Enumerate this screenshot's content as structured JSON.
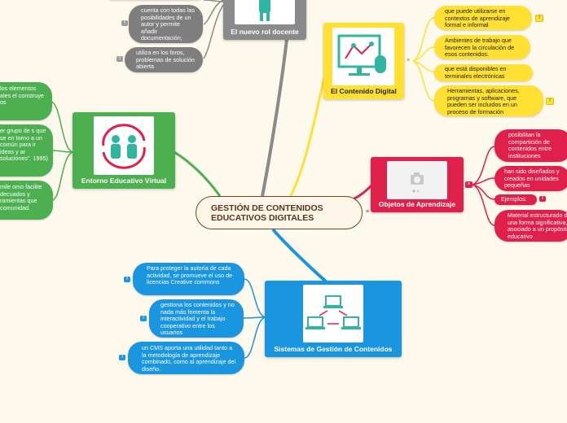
{
  "central": {
    "title": "GESTIÓN DE CONTENIDOS EDUCATIVOS DIGITALES"
  },
  "branches": {
    "nuevo_rol": {
      "title": "El nuevo rol docente",
      "color": "#8a8a8a",
      "items": [
        {
          "text": "cuenta con todas las posibilidades de un autor y permite añadir documentación;"
        },
        {
          "text": "utiliza en los foros, problemas de solución abierta"
        }
      ]
    },
    "contenido_digital": {
      "title": "El Contenido Digital",
      "color": "#ffe033",
      "items": [
        {
          "text": "que puede utilizarse en contextos de aprendizaje formal e informal"
        },
        {
          "text": "Ambientes de trabajo que favorecen la circulación de esos contenidos."
        },
        {
          "text": "que está disponibles en terminales electrónicas"
        },
        {
          "text": "Herramientas, aplicaciones, programas y software, que pueden ser incluidos en un proceso de formación"
        }
      ]
    },
    "objetos": {
      "title": "Objetos de Aprendizaje",
      "color": "#e0204a",
      "items": [
        {
          "text": "posibilitan la compartición de contenidos entre instituciones"
        },
        {
          "text": "han sido diseñados y creados en unidades pequeñas"
        },
        {
          "text": "Ejemplos:"
        },
        {
          "text": "Material estructurado de una forma significativa, asociado a un propósito educativo"
        }
      ]
    },
    "entorno": {
      "title": "Entorno Educativo Virtual",
      "color": "#4caf50",
      "items": [
        {
          "text": "los elementos ales el construye os"
        },
        {
          "text": "er grupo de s que se en torno a un común para ir ideas y ar soluciones\". 1995)"
        },
        {
          "text": "mile omo facilite decuados y ramientas que comunidad."
        }
      ]
    },
    "sistemas": {
      "title": "Sistemas de Gestión de Contenidos",
      "color": "#1a95e0",
      "items": [
        {
          "text": "Para proteger la autoría de cada actividad, se promueve el uso de licencias Creative commons"
        },
        {
          "text": "gestiona los contenidos y no nada más fomenta la interactividad y el trabajo cooperativo entre los usuarios"
        },
        {
          "text": "un CMS aporta una utilidad tanto a la metodología de aprendizaje combinado, como al aprendizaje del diseño."
        }
      ]
    }
  },
  "icons": {
    "teacher": "teacher-icon",
    "content": "digital-content-icon",
    "object": "camera-placeholder-icon",
    "people": "people-cycle-icon",
    "network": "computer-network-icon"
  }
}
